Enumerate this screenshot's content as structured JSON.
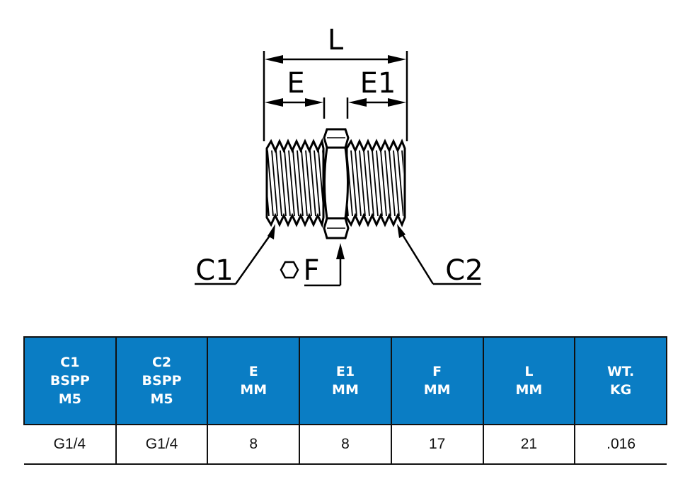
{
  "drawing": {
    "labels": {
      "L": "L",
      "E": "E",
      "E1": "E1",
      "C1": "C1",
      "C2": "C2",
      "F": "F"
    },
    "hex_icon": "hexagon-icon"
  },
  "table": {
    "headers": [
      [
        "C1",
        "BSPP",
        "M5"
      ],
      [
        "C2",
        "BSPP",
        "M5"
      ],
      [
        "E",
        "MM"
      ],
      [
        "E1",
        "MM"
      ],
      [
        "F",
        "MM"
      ],
      [
        "L",
        "MM"
      ],
      [
        "WT.",
        "KG"
      ]
    ],
    "rows": [
      [
        "G1/4",
        "G1/4",
        "8",
        "8",
        "17",
        "21",
        ".016"
      ]
    ],
    "header_color": "#0a7dc4"
  }
}
